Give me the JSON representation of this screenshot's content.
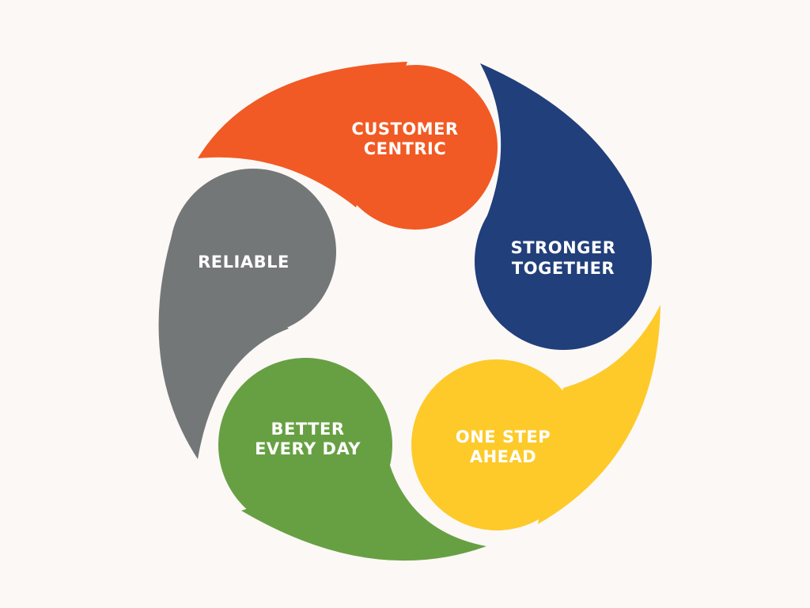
{
  "diagram": {
    "type": "cycle",
    "segments": [
      {
        "id": "customer-centric",
        "lines": [
          "CUSTOMER",
          "CENTRIC"
        ],
        "color": "#f15a24"
      },
      {
        "id": "stronger-together",
        "lines": [
          "STRONGER",
          "TOGETHER"
        ],
        "color": "#213f7a"
      },
      {
        "id": "one-step-ahead",
        "lines": [
          "ONE STEP",
          "AHEAD"
        ],
        "color": "#fdca2a"
      },
      {
        "id": "better-every-day",
        "lines": [
          "BETTER",
          "EVERY DAY"
        ],
        "color": "#67a043"
      },
      {
        "id": "reliable",
        "lines": [
          "RELIABLE"
        ],
        "color": "#747778"
      }
    ]
  }
}
